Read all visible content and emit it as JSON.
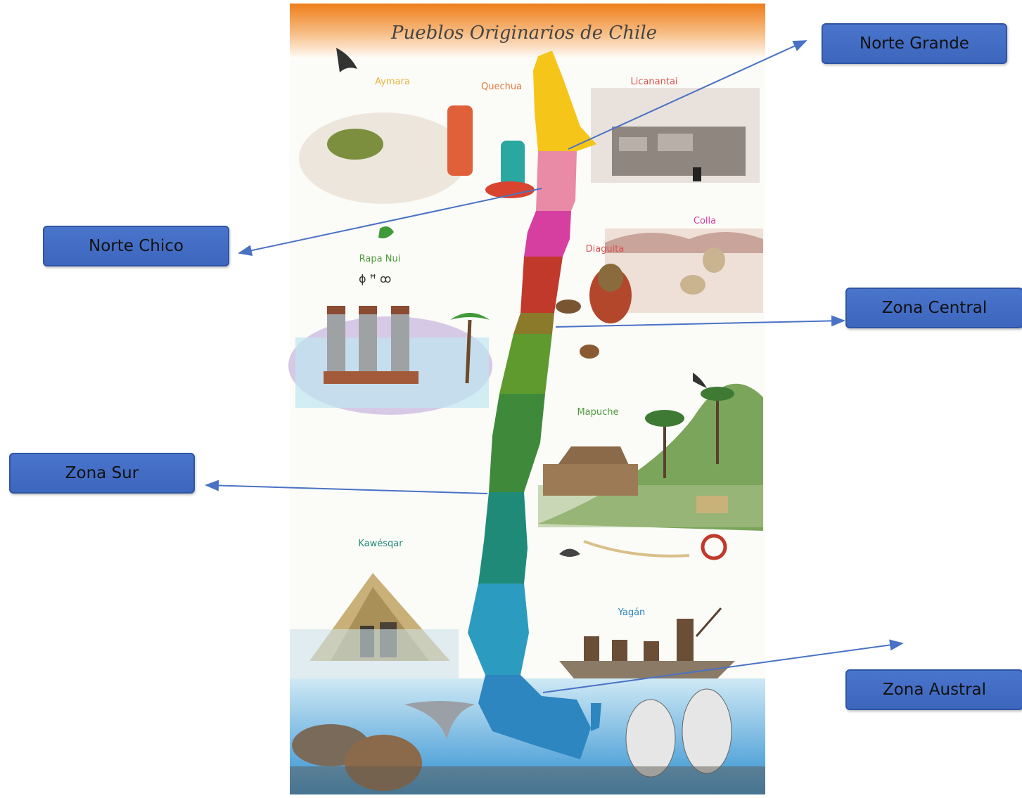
{
  "poster": {
    "title": "Pueblos Originarios de Chile",
    "peoples": {
      "aymara": "Aymara",
      "quechua": "Quechua",
      "licanantai": "Licanantai",
      "colla": "Colla",
      "diaguita": "Diaguita",
      "rapa_nui": "Rapa Nui",
      "mapuche": "Mapuche",
      "kawesqar": "Kawésqar",
      "yagan": "Yagán"
    }
  },
  "zones": {
    "norte_grande": "Norte Grande",
    "norte_chico": "Norte Chico",
    "zona_central": "Zona Central",
    "zona_sur": "Zona Sur",
    "zona_austral": "Zona Austral"
  },
  "colors": {
    "arrow": "#4a72c4",
    "box_fill": "#4470c6",
    "norte_grande_region": "#f5c51a",
    "norte_chico_region": "#e98aa6",
    "colla_region": "#d63fa0",
    "central_region": "#c0392b",
    "mapuche_region": "#4e9a3a",
    "austral_region": "#2e86c1"
  }
}
